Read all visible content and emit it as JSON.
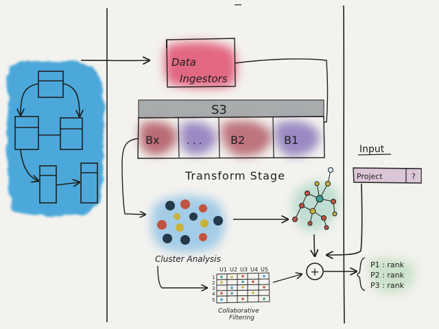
{
  "colors": {
    "background": "#f3f2ee",
    "ink": "#1e1e1e",
    "source_wash": "#3aa0d8",
    "ingestor_wash": "#e0506e",
    "s3_bar": "#8f9598",
    "partition_red": "#b05560",
    "partition_purple": "#8470b8",
    "cluster_wash": "#8fc3e6",
    "graph_wash": "#9fd0c0",
    "input_bar": "#c49ac0"
  },
  "ingestor": {
    "line1": "Data",
    "line2": "Ingestors"
  },
  "storage": {
    "label": "S3"
  },
  "partitions": [
    {
      "label": "Bx"
    },
    {
      "label": ". . ."
    },
    {
      "label": "B2"
    },
    {
      "label": "B1"
    }
  ],
  "transform": {
    "label": "Transform Stage"
  },
  "cluster": {
    "label": "Cluster Analysis"
  },
  "matrix": {
    "columns": [
      "U1",
      "U2",
      "U3",
      "U4",
      "U5"
    ],
    "rows": [
      "1",
      "2",
      "3",
      "4",
      "5"
    ],
    "label_line1": "Collaborative",
    "label_line2": "Filtering"
  },
  "combine": {
    "symbol": "+"
  },
  "input": {
    "title": "Input",
    "field_value": "Project",
    "field_button": "?"
  },
  "output": {
    "items": [
      "P1 : rank",
      "P2 : rank",
      "P3 : rank"
    ]
  },
  "icons": {
    "source": "flowchart-icon",
    "graph": "network-graph-icon",
    "combine": "plus-circle-icon"
  }
}
